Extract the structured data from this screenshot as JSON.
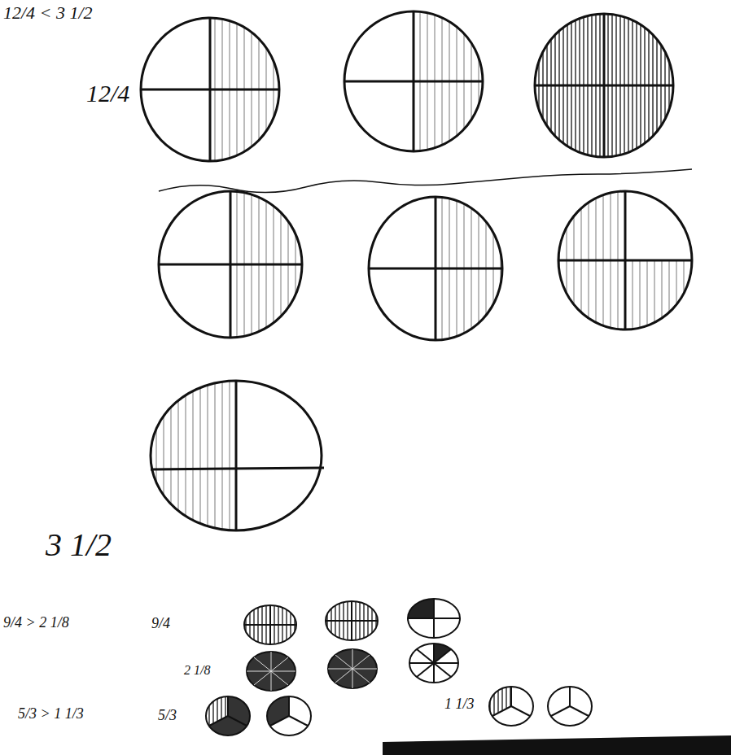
{
  "diagram": {
    "labels": [
      "12/4 < 3 1/2",
      "12/4",
      "3 1/2",
      "9/4 > 2 1/8",
      "9/4",
      "2 1/8",
      "5/3 > 1 1/3",
      "5/3",
      "1 1/3"
    ]
  }
}
